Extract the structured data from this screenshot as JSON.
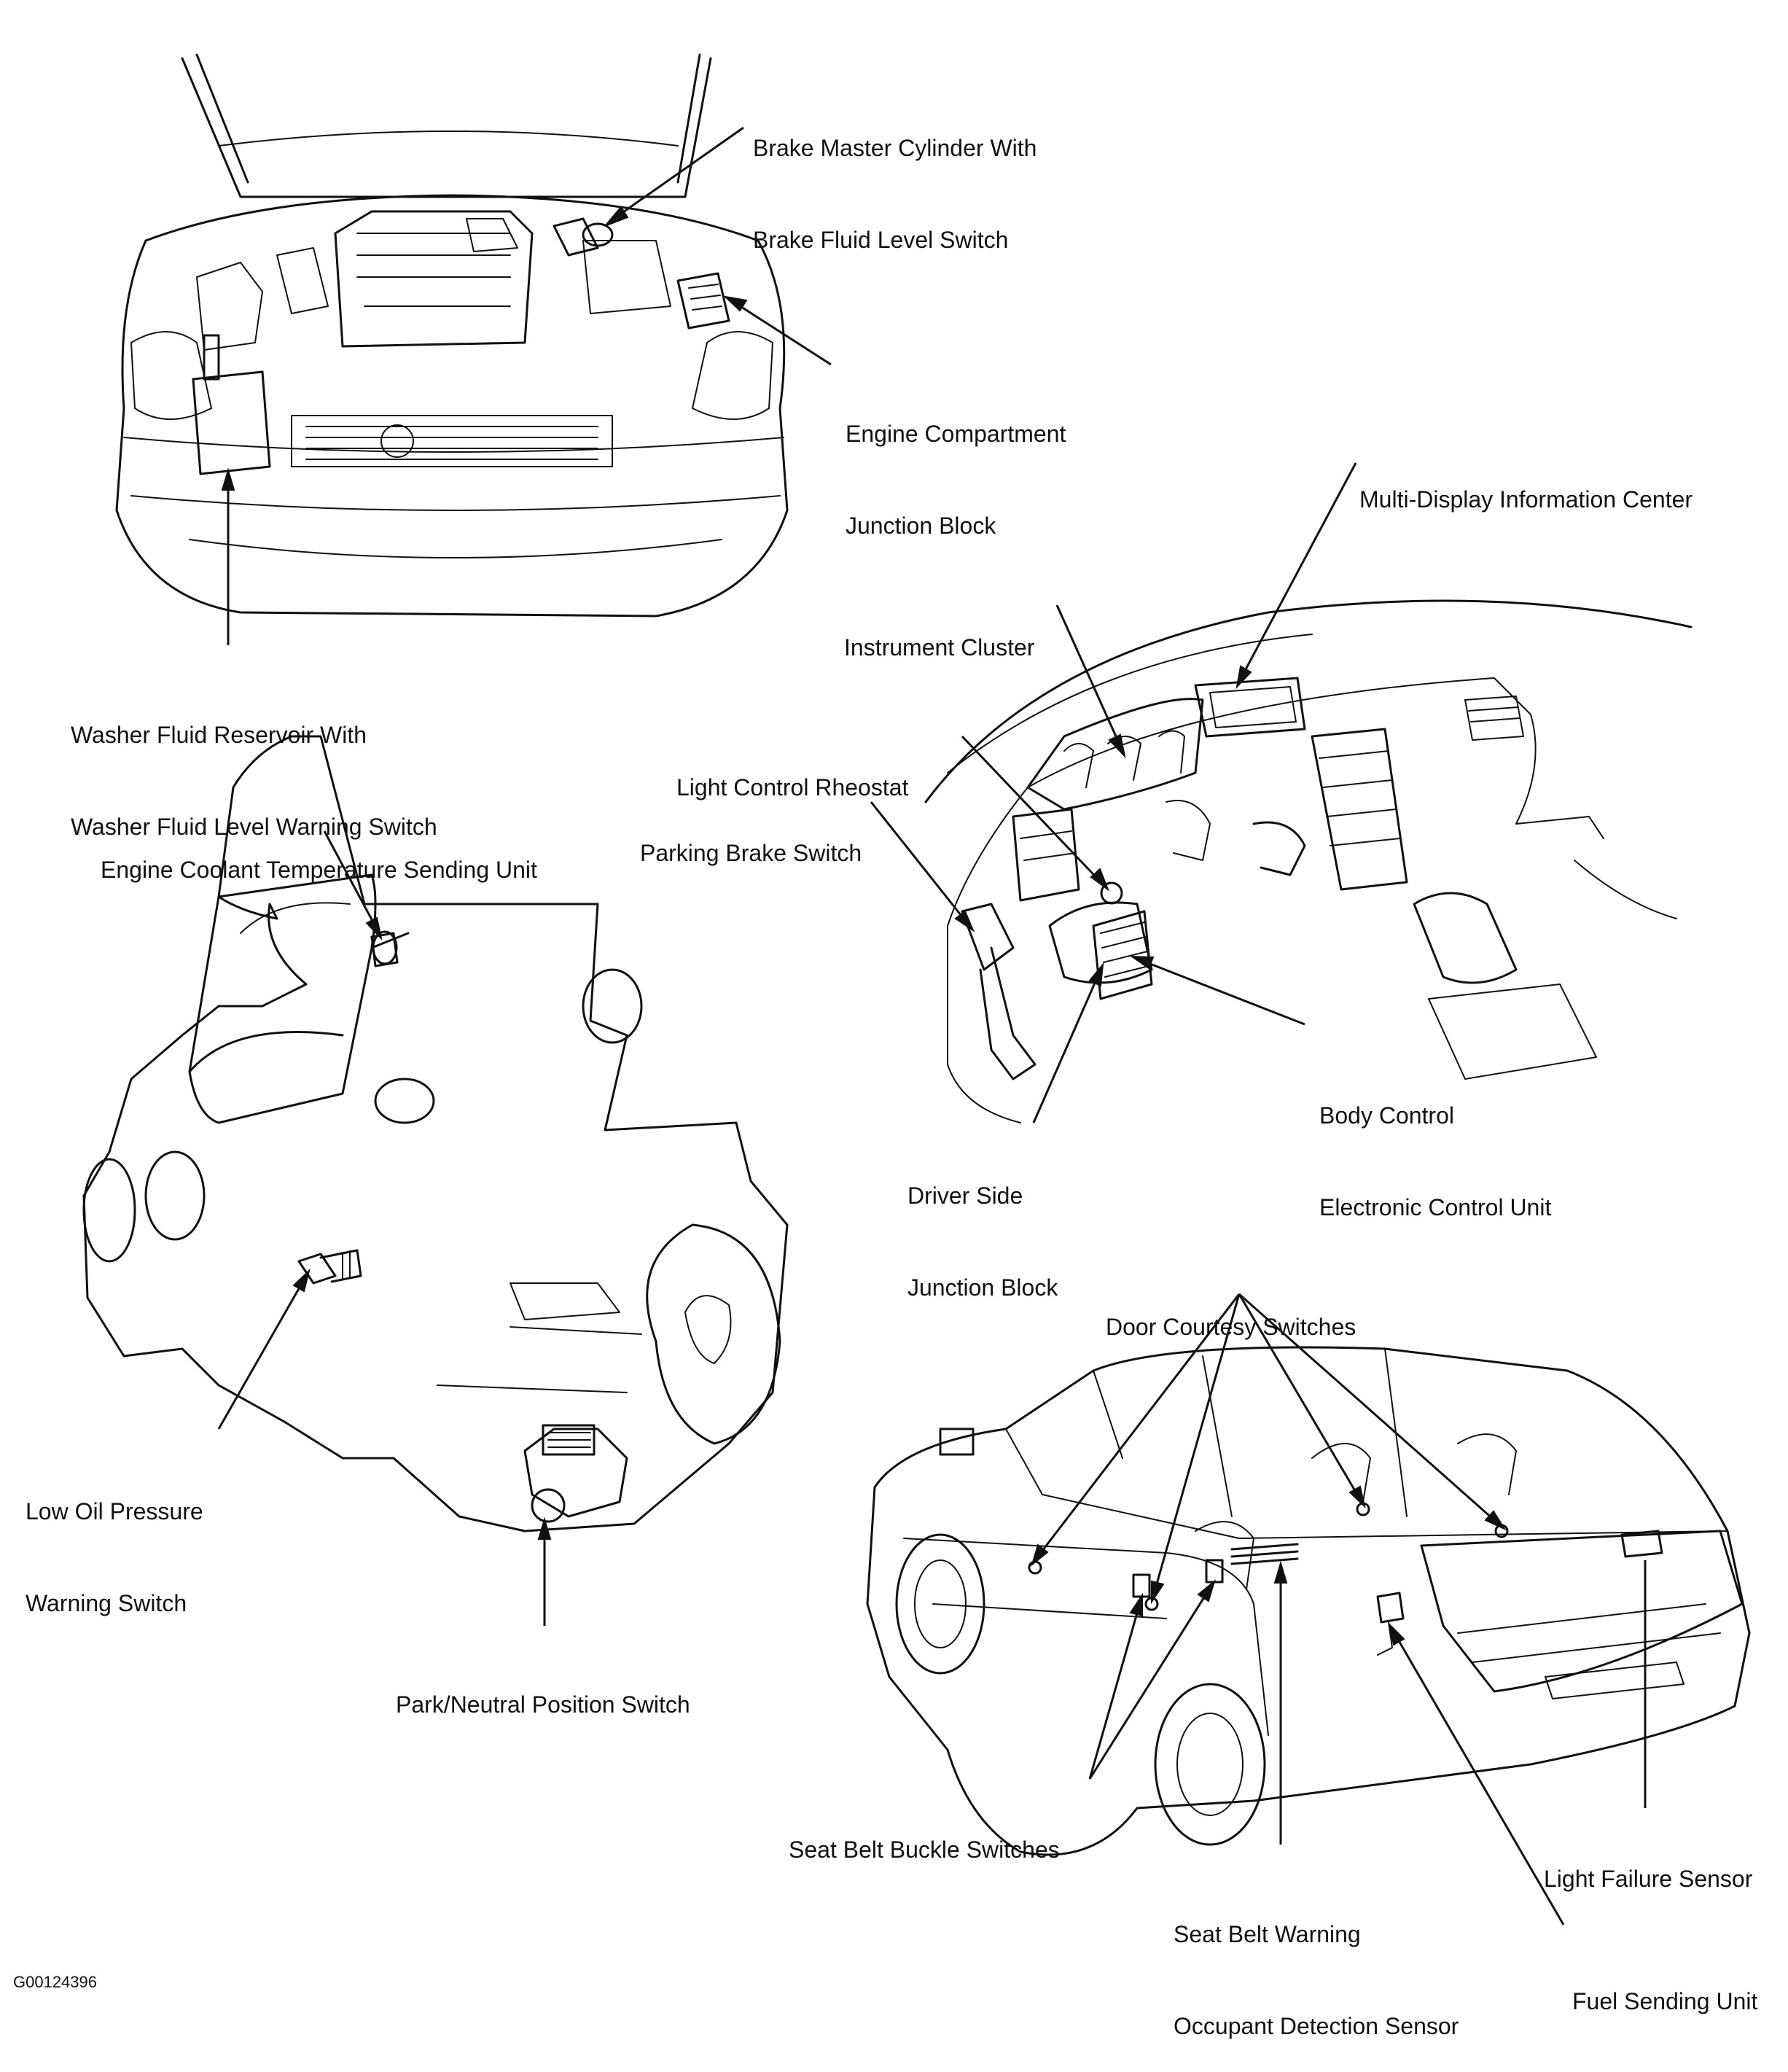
{
  "figure_id": "G00124396",
  "labels": {
    "brake_master": [
      "Brake Master Cylinder With",
      "Brake Fluid Level Switch"
    ],
    "engine_junction": [
      "Engine Compartment",
      "Junction Block"
    ],
    "washer_fluid": [
      "Washer Fluid Reservoir With",
      "Washer Fluid Level Warning Switch"
    ],
    "multi_display": [
      "Multi-Display Information Center"
    ],
    "instrument_cluster": [
      "Instrument Cluster"
    ],
    "light_rheostat": [
      "Light Control Rheostat"
    ],
    "parking_brake": [
      "Parking Brake Switch"
    ],
    "coolant_temp": [
      "Engine Coolant Temperature Sending Unit"
    ],
    "body_control": [
      "Body Control",
      "Electronic Control Unit"
    ],
    "driver_junction": [
      "Driver Side",
      "Junction Block"
    ],
    "low_oil": [
      "Low Oil Pressure",
      "Warning Switch"
    ],
    "park_neutral": [
      "Park/Neutral Position Switch"
    ],
    "door_courtesy": [
      "Door Courtesy Switches"
    ],
    "seat_belt_buckle": [
      "Seat Belt Buckle Switches"
    ],
    "light_failure": [
      "Light Failure Sensor"
    ],
    "occupant_sensor": [
      "Seat Belt Warning",
      "Occupant Detection Sensor"
    ],
    "fuel_sending": [
      "Fuel Sending Unit"
    ]
  }
}
